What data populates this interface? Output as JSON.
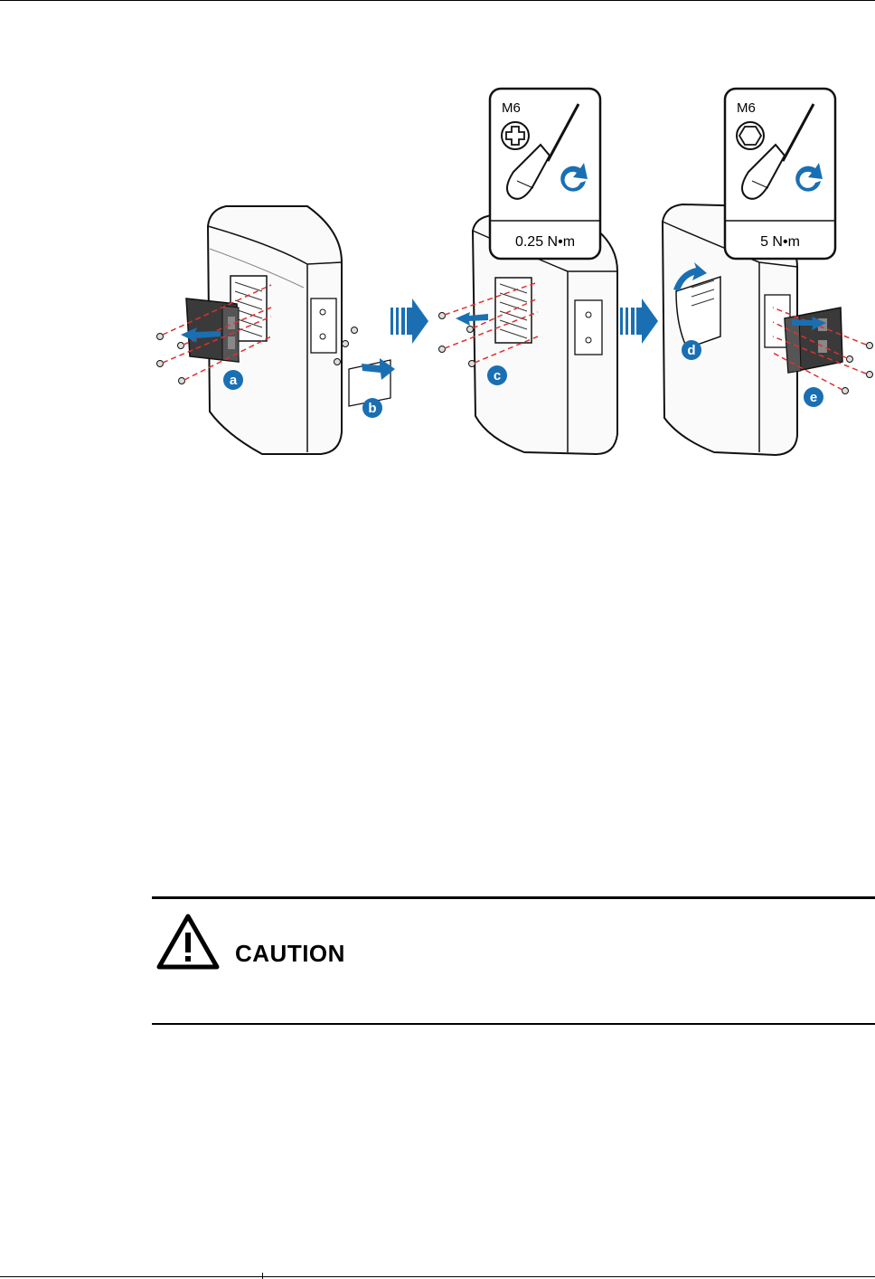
{
  "figure": {
    "tool_left": {
      "size_label": "M6",
      "torque_label": "0.25 N•m",
      "head_type": "phillips-icon"
    },
    "tool_right": {
      "size_label": "M6",
      "torque_label": "5 N•m",
      "head_type": "hex-icon"
    },
    "step_labels": [
      "a",
      "b",
      "c",
      "d",
      "e"
    ],
    "accent_color": "#1a6fb3",
    "dash_color": "#e03030"
  },
  "caution": {
    "label": "CAUTION",
    "icon": "warning-triangle-icon"
  }
}
